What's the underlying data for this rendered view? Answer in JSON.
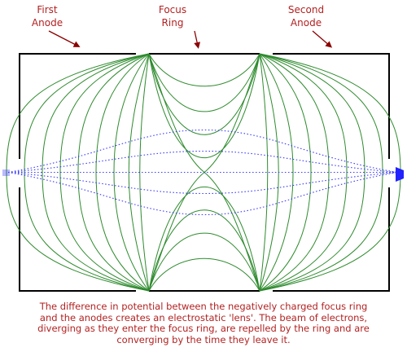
{
  "labels": {
    "first_anode": "First\nAnode",
    "focus_ring": "Focus\nRing",
    "second_anode": "Second\nAnode"
  },
  "caption": {
    "line1": "The difference in potential between the negatively charged focus ring",
    "line2": "and the anodes creates an electrostatic 'lens'.  The beam of electrons,",
    "line3": "diverging as they enter the focus ring, are repelled by the ring and are",
    "line4": "converging by the time they leave it."
  },
  "colors": {
    "field_lines": "#2e8b2e",
    "beam": "#3a3aff",
    "electrodes": "#000000",
    "arrows": "#8b0000",
    "caption": "#b22222",
    "labels": "#b22222"
  }
}
